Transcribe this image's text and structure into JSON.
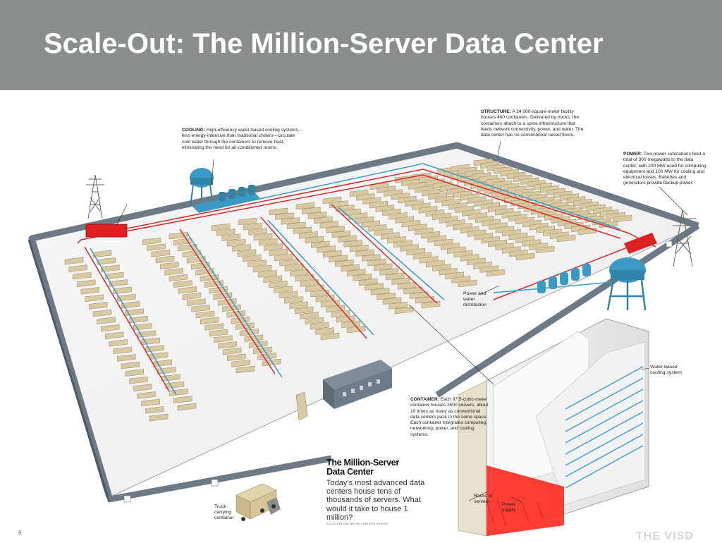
{
  "slide": {
    "title": "Scale-Out: The Million-Server Data Center",
    "number": "6"
  },
  "colors": {
    "title_bar": "#8a8f8c",
    "title_text": "#ffffff",
    "cooling_water": "#3a9ac4",
    "power_lines": "#d42a2a",
    "container_boxes": "#d8c9a2"
  },
  "callouts": {
    "cooling": {
      "heading": "COOLING:",
      "text": "High-efficiency water-based cooling systems—less energy-intensive than traditional chillers—circulate cold water through the containers to remove heat, eliminating the need for air-conditioned rooms."
    },
    "structure": {
      "heading": "STRUCTURE:",
      "text": "A 24 000-square-meter facility houses 400 containers. Delivered by trucks, the containers attach to a spine infrastructure that feeds network connectivity, power, and water. The data center has no conventional raised floors."
    },
    "power": {
      "heading": "POWER:",
      "text": "Two power substations feed a total of 300 megawatts to the data center, with 200 MW used for computing equipment and 100 MW for cooling and electrical losses. Batteries and generators provide backup power."
    },
    "container": {
      "heading": "CONTAINER:",
      "text": "Each 67.5-cubic-meter container houses 2500 servers, about 10 times as many as conventional data centers pack in the same space. Each container integrates computing, networking, power, and cooling systems."
    }
  },
  "labels": {
    "power_water": "Power and water distribution",
    "water_cooling": "Water-based cooling system",
    "racks": "Racks of servers",
    "power_supply": "Power supply",
    "truck": "Truck carrying container"
  },
  "feature": {
    "heading": "The Million-Server Data Center",
    "dek": "Today’s most advanced data centers house tens of thousands of servers. What would it take to house 1 million?",
    "credit": "ILLUSTRATION: BRYAN CHRISTIE DESIGN"
  },
  "watermark": "THE VISD"
}
